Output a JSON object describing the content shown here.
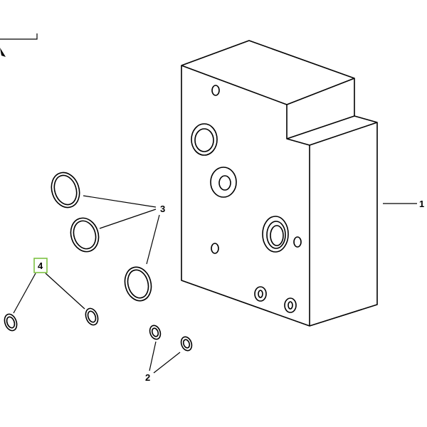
{
  "diagram": {
    "callouts": {
      "c1": "1",
      "c2": "2",
      "c3": "3",
      "c4": "4"
    },
    "highlight_color": "#7dc143",
    "line_color": "#000000"
  }
}
